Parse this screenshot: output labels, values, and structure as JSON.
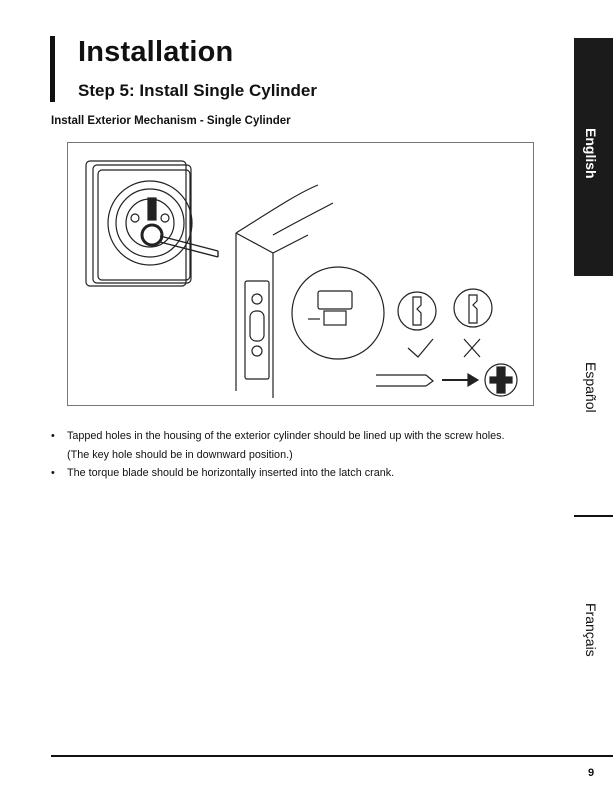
{
  "header": {
    "title": "Installation",
    "step": "Step 5: Install Single Cylinder"
  },
  "section_heading": "Install Exterior Mechanism - Single Cylinder",
  "bullets": [
    {
      "text": "Tapped holes in the housing of the exterior cylinder should be lined up with the screw holes.",
      "sub": "(The key hole should be in downward position.)"
    },
    {
      "text": "The torque blade should be horizontally inserted into the latch crank.",
      "sub": ""
    }
  ],
  "language_tabs": {
    "english": "English",
    "espanol": "Español",
    "francais": "Français"
  },
  "page_number": "9",
  "illustration": {
    "icons": [
      "deadbolt-exterior-icon",
      "door-edge-icon",
      "latch-closeup-icon",
      "keyhole-correct-icon",
      "keyhole-incorrect-icon",
      "check-mark-icon",
      "x-mark-icon",
      "torque-blade-icon",
      "arrow-right-icon",
      "latch-crank-icon"
    ]
  }
}
